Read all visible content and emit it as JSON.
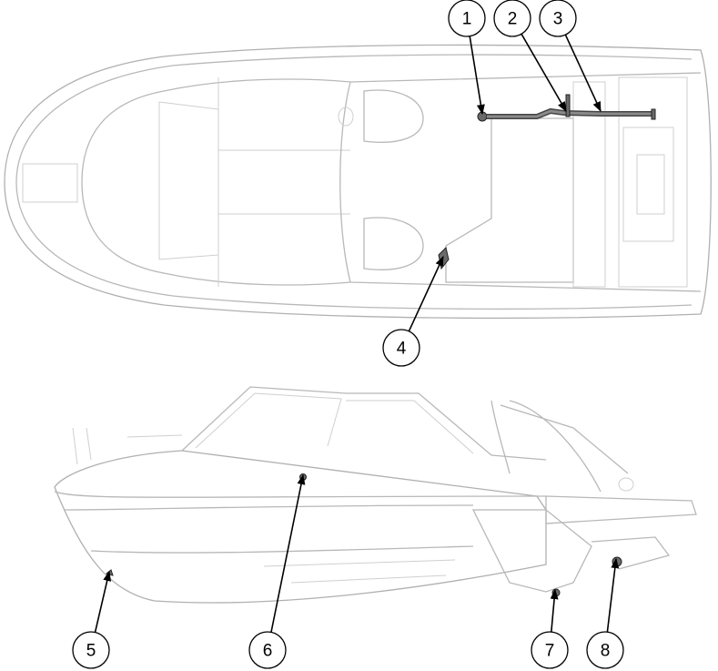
{
  "diagram": {
    "views": [
      "top-view",
      "side-view"
    ],
    "callouts": [
      {
        "label": "1"
      },
      {
        "label": "2"
      },
      {
        "label": "3"
      },
      {
        "label": "4"
      },
      {
        "label": "5"
      },
      {
        "label": "6"
      },
      {
        "label": "7"
      },
      {
        "label": "8"
      }
    ]
  }
}
